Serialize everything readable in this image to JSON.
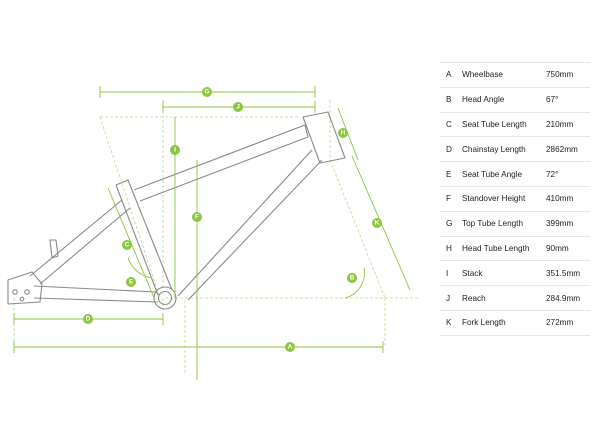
{
  "colors": {
    "frame": "#8a8a8a",
    "dimension": "#8cc63f",
    "dashed": "#b7dc8c",
    "table_text": "#222222",
    "table_rule": "#e6e6e6"
  },
  "specs": [
    {
      "letter": "A",
      "label": "Wheelbase",
      "value": "750mm"
    },
    {
      "letter": "B",
      "label": "Head Angle",
      "value": "67°"
    },
    {
      "letter": "C",
      "label": "Seat Tube Length",
      "value": "210mm"
    },
    {
      "letter": "D",
      "label": "Chainstay Length",
      "value": "2862mm"
    },
    {
      "letter": "E",
      "label": "Seat Tube Angle",
      "value": "72°"
    },
    {
      "letter": "F",
      "label": "Standover Height",
      "value": "410mm"
    },
    {
      "letter": "G",
      "label": "Top Tube Length",
      "value": "399mm"
    },
    {
      "letter": "H",
      "label": "Head Tube Length",
      "value": "90mm"
    },
    {
      "letter": "I",
      "label": "Stack",
      "value": "351.5mm"
    },
    {
      "letter": "J",
      "label": "Reach",
      "value": "284.9mm"
    },
    {
      "letter": "K",
      "label": "Fork Length",
      "value": "272mm"
    }
  ],
  "badges": {
    "A": "A",
    "B": "B",
    "C": "C",
    "D": "D",
    "E": "E",
    "F": "F",
    "G": "G",
    "H": "H",
    "I": "I",
    "J": "J",
    "K": "K"
  }
}
